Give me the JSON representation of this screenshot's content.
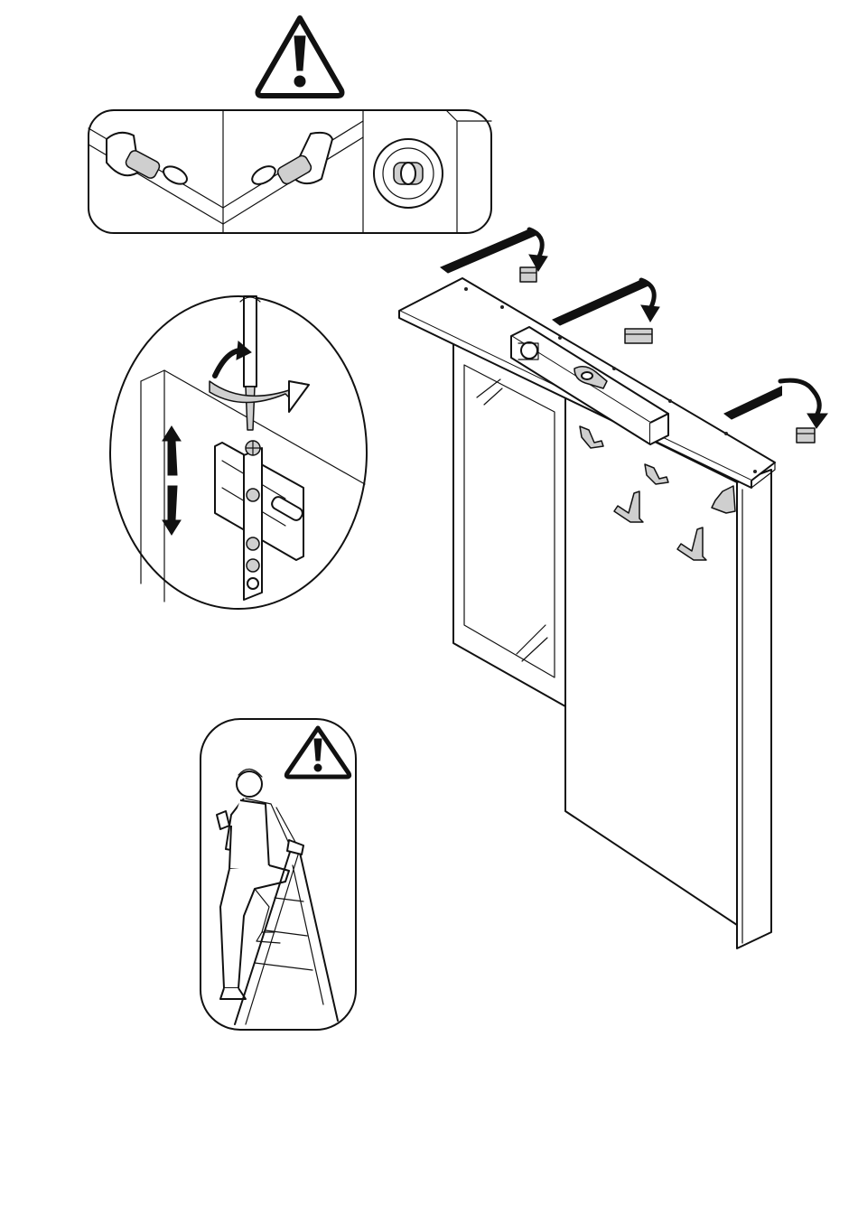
{
  "page": {
    "background": "#ffffff",
    "line_color": "#111111",
    "accent_fill": "#cfcfcf"
  },
  "icons": {
    "top_warning": "warning-triangle-icon",
    "bottom_warning": "warning-triangle-icon",
    "rotate_arrow": "curved-rotate-arrow-icon",
    "adjust_arrows": "up-down-arrows-icon",
    "place_arrows": "curved-down-arrow-icon"
  },
  "steps": {
    "level_detail_panels": 3,
    "hook_count": 5,
    "rail_bracket_count": 3
  }
}
